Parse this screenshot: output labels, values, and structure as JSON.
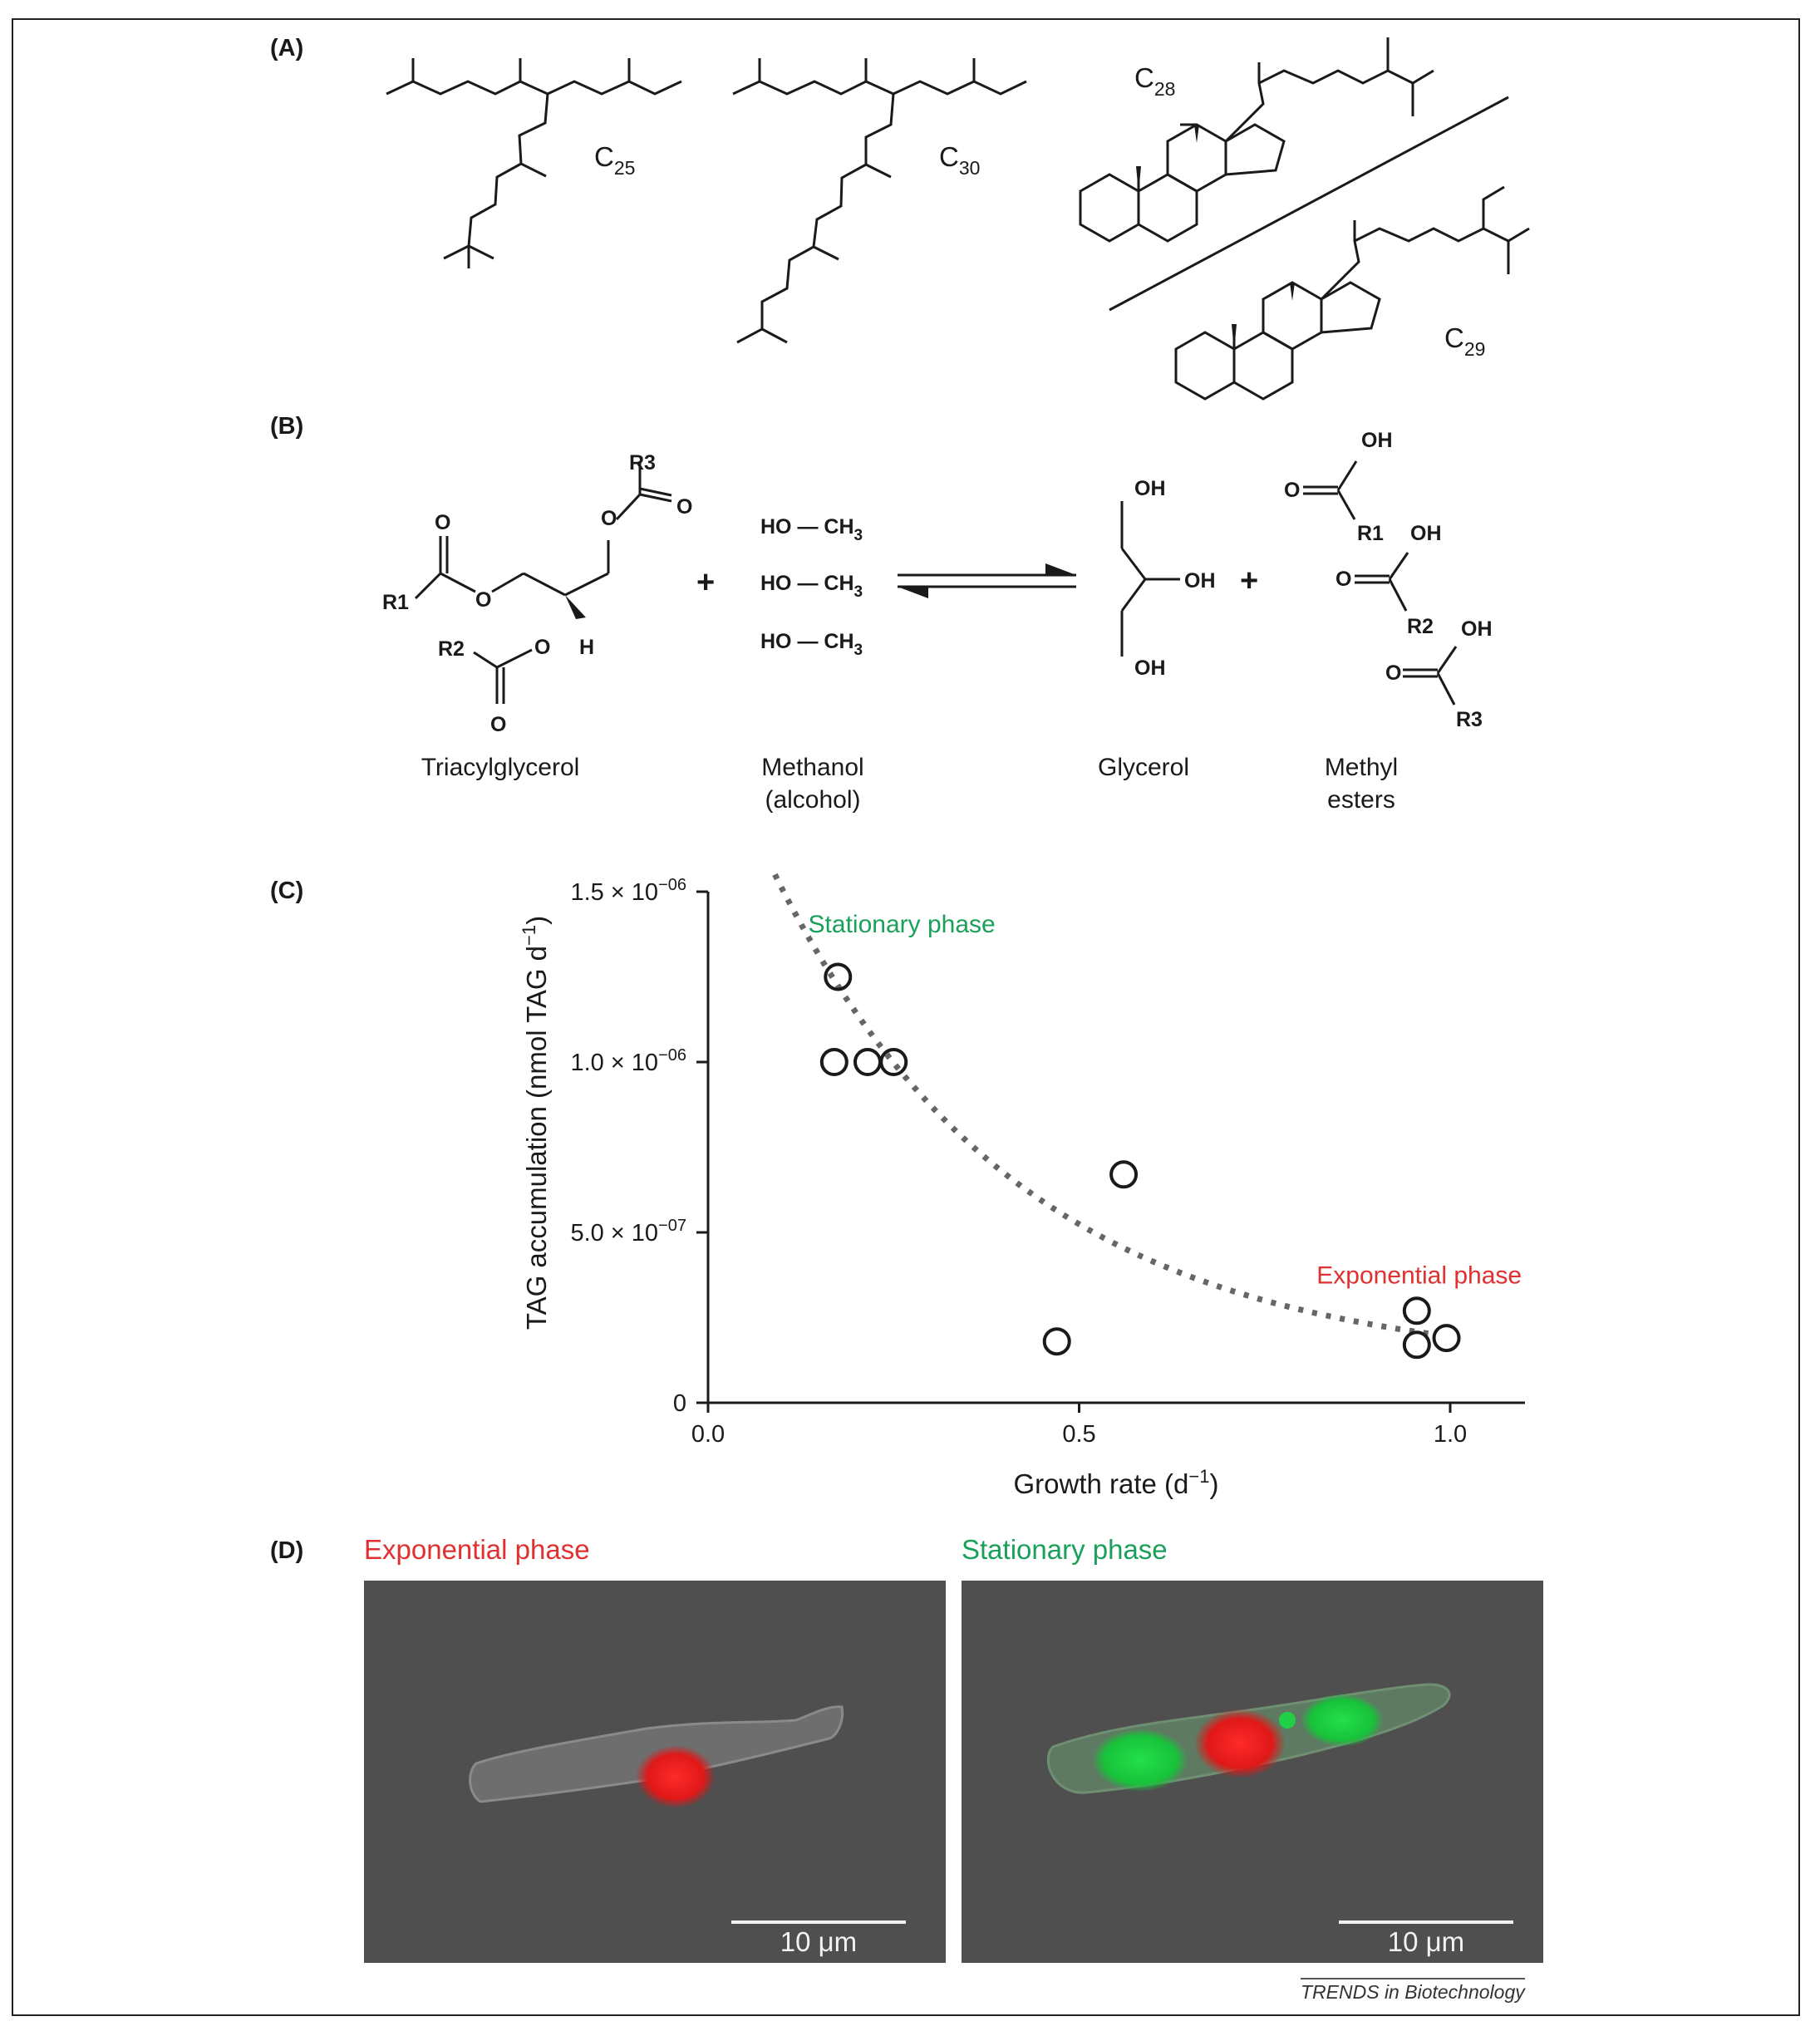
{
  "panels": {
    "a": "(A)",
    "b": "(B)",
    "c": "(C)",
    "d": "(D)"
  },
  "panel_a": {
    "labels": [
      {
        "base": "C",
        "sub": "25"
      },
      {
        "base": "C",
        "sub": "30"
      },
      {
        "base": "C",
        "sub": "28"
      },
      {
        "base": "C",
        "sub": "29"
      }
    ]
  },
  "panel_b": {
    "tag": {
      "r1": "R1",
      "r2": "R2",
      "r3": "R3",
      "o": "O",
      "h": "H",
      "name": "Triacylglycerol"
    },
    "plus1": "+",
    "plus2": "+",
    "methanol": {
      "line": "HO — CH",
      "sub": "3",
      "name_line1": "Methanol",
      "name_line2": "(alcohol)"
    },
    "glycerol": {
      "oh": "OH",
      "name": "Glycerol"
    },
    "esters": {
      "oh": "OH",
      "o": "O",
      "r1": "R1",
      "r2": "R2",
      "r3": "R3",
      "name_line1": "Methyl",
      "name_line2": "esters"
    }
  },
  "chart_data": {
    "type": "scatter",
    "xlabel": "Growth rate (d",
    "xlabel_sup": "−1",
    "xlabel_end": ")",
    "ylabel": "TAG accumulation (nmol TAG d",
    "ylabel_sup": "−1",
    "ylabel_end": ")",
    "xlim": [
      0,
      1.1
    ],
    "ylim": [
      0,
      1.5e-06
    ],
    "x_ticks": [
      {
        "value": 0.0,
        "label": "0.0"
      },
      {
        "value": 0.5,
        "label": "0.5"
      },
      {
        "value": 1.0,
        "label": "1.0"
      }
    ],
    "y_ticks": [
      {
        "value": 0,
        "label": "0"
      },
      {
        "value": 5e-07,
        "label": "5.0 × 10",
        "exp": "−07"
      },
      {
        "value": 1e-06,
        "label": "1.0 × 10",
        "exp": "−06"
      },
      {
        "value": 1.5e-06,
        "label": "1.5 × 10",
        "exp": "−06"
      }
    ],
    "points": [
      {
        "x": 0.175,
        "y": 1.25e-06
      },
      {
        "x": 0.17,
        "y": 1e-06
      },
      {
        "x": 0.215,
        "y": 1e-06
      },
      {
        "x": 0.25,
        "y": 1e-06
      },
      {
        "x": 0.47,
        "y": 1.8e-07
      },
      {
        "x": 0.56,
        "y": 6.7e-07
      },
      {
        "x": 0.955,
        "y": 2.7e-07
      },
      {
        "x": 0.955,
        "y": 1.7e-07
      },
      {
        "x": 0.995,
        "y": 1.9e-07
      }
    ],
    "fit_curve": {
      "style": "dotted",
      "x_range": [
        0.09,
        0.975
      ],
      "a": 1.9e-06,
      "k": 3.0,
      "b": 1e-07
    },
    "annotations": [
      {
        "text": "Stationary phase",
        "color": "#1aa05a",
        "x": 0.135,
        "y": 1.38e-06
      },
      {
        "text": "Exponential phase",
        "color": "#e03030",
        "x": 0.82,
        "y": 3.5e-07
      }
    ],
    "colors": {
      "axis": "#1a1a1a",
      "marker": "#1a1a1a",
      "fit": "#666666"
    }
  },
  "panel_d": {
    "left_title": "Exponential phase",
    "left_color": "#e03030",
    "right_title": "Stationary phase",
    "right_color": "#1aa05a",
    "scale_label": "10 μm"
  },
  "credit": "TRENDS in Biotechnology"
}
